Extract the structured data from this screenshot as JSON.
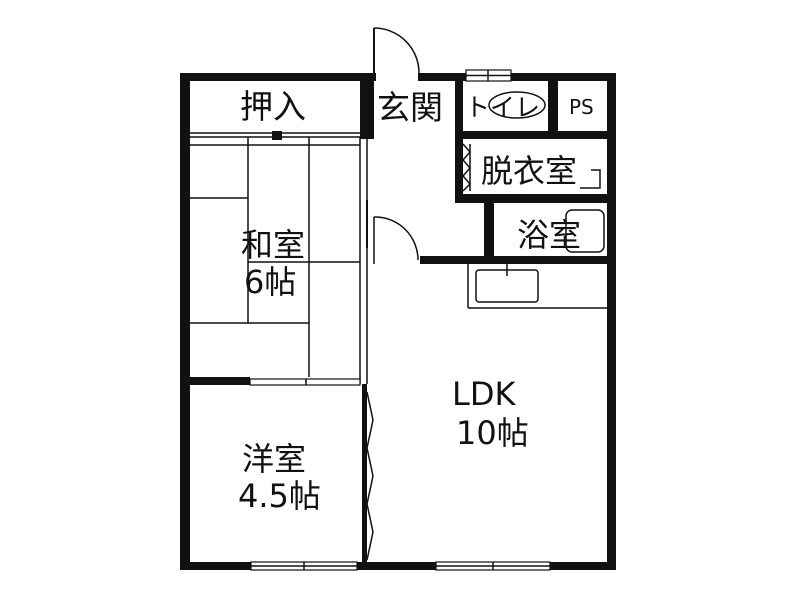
{
  "rooms": {
    "oshiire": "押入",
    "genkan": "玄関",
    "toilet": "トイレ",
    "ps": "PS",
    "datsuijo": "脱衣室",
    "yokushitsu": "浴室",
    "washitsu": {
      "name": "和室",
      "size": "6帖"
    },
    "ldk": {
      "name": "LDK",
      "size": "10帖"
    },
    "yoshitsu": {
      "name": "洋室",
      "size": "4.5帖"
    }
  }
}
